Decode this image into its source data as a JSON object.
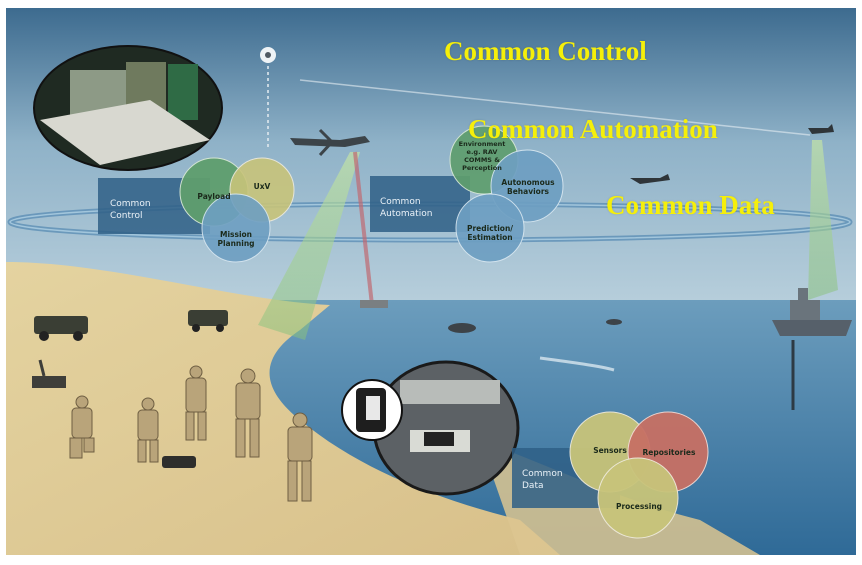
{
  "overlay_titles": {
    "common_control": "Common Control",
    "common_automation": "Common Automation",
    "common_data": "Common Data"
  },
  "control_panel": {
    "title_line1": "Common",
    "title_line2": "Control",
    "circles": [
      "Payload",
      "UxV",
      "Mission Planning"
    ]
  },
  "automation_panel": {
    "title_line1": "Common",
    "title_line2": "Automation",
    "circles": [
      "Environment e.g. RAV COMMS & Perception",
      "Autonomous Behaviors",
      "Prediction/ Estimation"
    ]
  },
  "data_panel": {
    "title_line1": "Common",
    "title_line2": "Data",
    "circles": [
      "Sensors",
      "Repositories",
      "Processing"
    ]
  },
  "colors": {
    "overlay_text": "#f5ef0a",
    "sky_top": "#3f6f93",
    "sea": "#4b86ad",
    "sand": "#e9d8a6",
    "panel": "#2f5f86",
    "circle_green": "#5f9e6e",
    "circle_yellow": "#c8c47a",
    "circle_blue": "#6e9fc2",
    "circle_red": "#c77064"
  }
}
